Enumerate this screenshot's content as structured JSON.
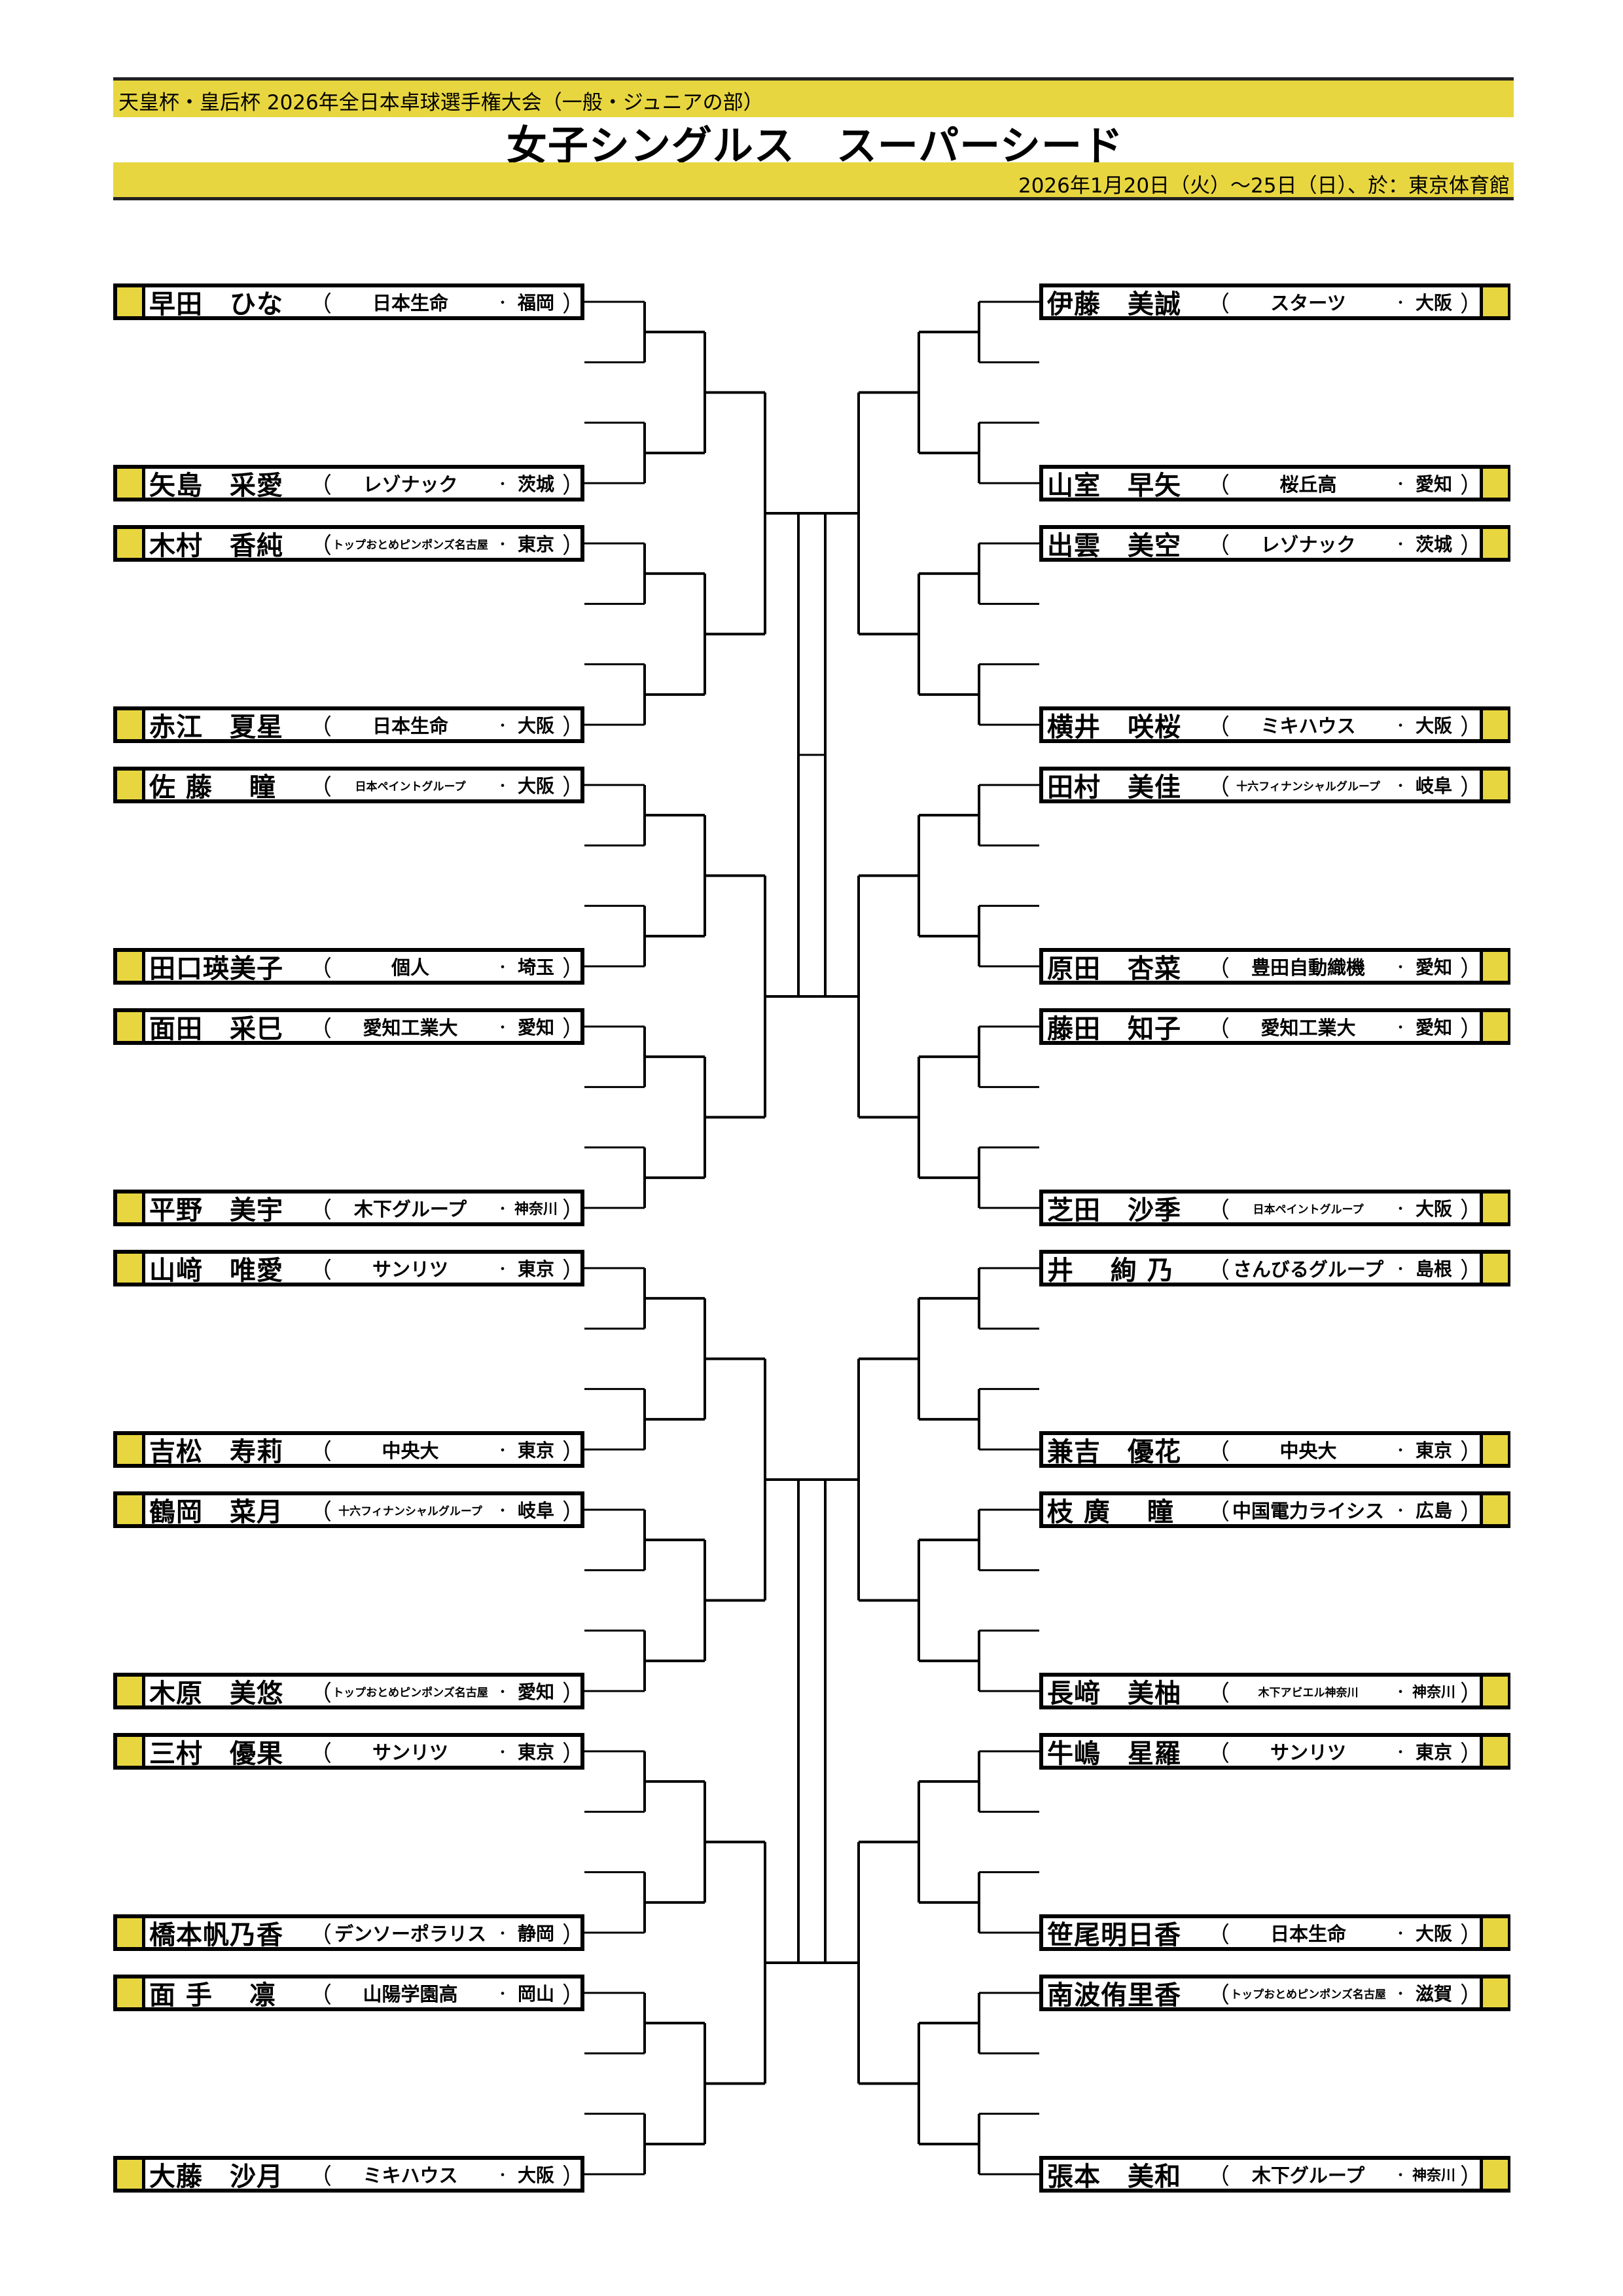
{
  "header": {
    "tournament": "天皇杯・皇后杯 2026年全日本卓球選手権大会（一般・ジュニアの部）",
    "title": "女子シングルス　スーパーシード",
    "date_venue": "2026年1月20日（火）〜25日（日）、於：東京体育館"
  },
  "colors": {
    "accent": "#e8d640",
    "line": "#000000"
  },
  "left": [
    {
      "name": "早田　ひな",
      "club": "日本生命",
      "pref": "福岡"
    },
    {
      "name": "矢島　采愛",
      "club": "レゾナック",
      "pref": "茨城"
    },
    {
      "name": "木村　香純",
      "club": "トップおとめピンポンズ名古屋",
      "pref": "東京"
    },
    {
      "name": "赤江　夏星",
      "club": "日本生命",
      "pref": "大阪"
    },
    {
      "name": "佐 藤　 瞳",
      "club": "日本ペイントグループ",
      "pref": "大阪"
    },
    {
      "name": "田口瑛美子",
      "club": "個人",
      "pref": "埼玉"
    },
    {
      "name": "面田　采巳",
      "club": "愛知工業大",
      "pref": "愛知"
    },
    {
      "name": "平野　美宇",
      "club": "木下グループ",
      "pref": "神奈川"
    },
    {
      "name": "山﨑　唯愛",
      "club": "サンリツ",
      "pref": "東京"
    },
    {
      "name": "吉松　寿莉",
      "club": "中央大",
      "pref": "東京"
    },
    {
      "name": "鶴岡　菜月",
      "club": "十六フィナンシャルグループ",
      "pref": "岐阜"
    },
    {
      "name": "木原　美悠",
      "club": "トップおとめピンポンズ名古屋",
      "pref": "愛知"
    },
    {
      "name": "三村　優果",
      "club": "サンリツ",
      "pref": "東京"
    },
    {
      "name": "橋本帆乃香",
      "club": "デンソーポラリス",
      "pref": "静岡"
    },
    {
      "name": "面 手　 凛",
      "club": "山陽学園高",
      "pref": "岡山"
    },
    {
      "name": "大藤　沙月",
      "club": "ミキハウス",
      "pref": "大阪"
    }
  ],
  "right": [
    {
      "name": "伊藤　美誠",
      "club": "スターツ",
      "pref": "大阪"
    },
    {
      "name": "山室　早矢",
      "club": "桜丘高",
      "pref": "愛知"
    },
    {
      "name": "出雲　美空",
      "club": "レゾナック",
      "pref": "茨城"
    },
    {
      "name": "横井　咲桜",
      "club": "ミキハウス",
      "pref": "大阪"
    },
    {
      "name": "田村　美佳",
      "club": "十六フィナンシャルグループ",
      "pref": "岐阜"
    },
    {
      "name": "原田　杏菜",
      "club": "豊田自動織機",
      "pref": "愛知"
    },
    {
      "name": "藤田　知子",
      "club": "愛知工業大",
      "pref": "愛知"
    },
    {
      "name": "芝田　沙季",
      "club": "日本ペイントグループ",
      "pref": "大阪"
    },
    {
      "name": "井　 絢 乃",
      "club": "さんびるグループ",
      "pref": "島根"
    },
    {
      "name": "兼吉　優花",
      "club": "中央大",
      "pref": "東京"
    },
    {
      "name": "枝 廣　 瞳",
      "club": "中国電力ライシス",
      "pref": "広島"
    },
    {
      "name": "長﨑　美柚",
      "club": "木下アビエル神奈川",
      "pref": "神奈川"
    },
    {
      "name": "牛嶋　星羅",
      "club": "サンリツ",
      "pref": "東京"
    },
    {
      "name": "笹尾明日香",
      "club": "日本生命",
      "pref": "大阪"
    },
    {
      "name": "南波侑里香",
      "club": "トップおとめピンポンズ名古屋",
      "pref": "滋賀"
    },
    {
      "name": "張本　美和",
      "club": "木下グループ",
      "pref": "神奈川"
    }
  ],
  "punct": {
    "open": "（",
    "close": "）",
    "dot": "・"
  }
}
